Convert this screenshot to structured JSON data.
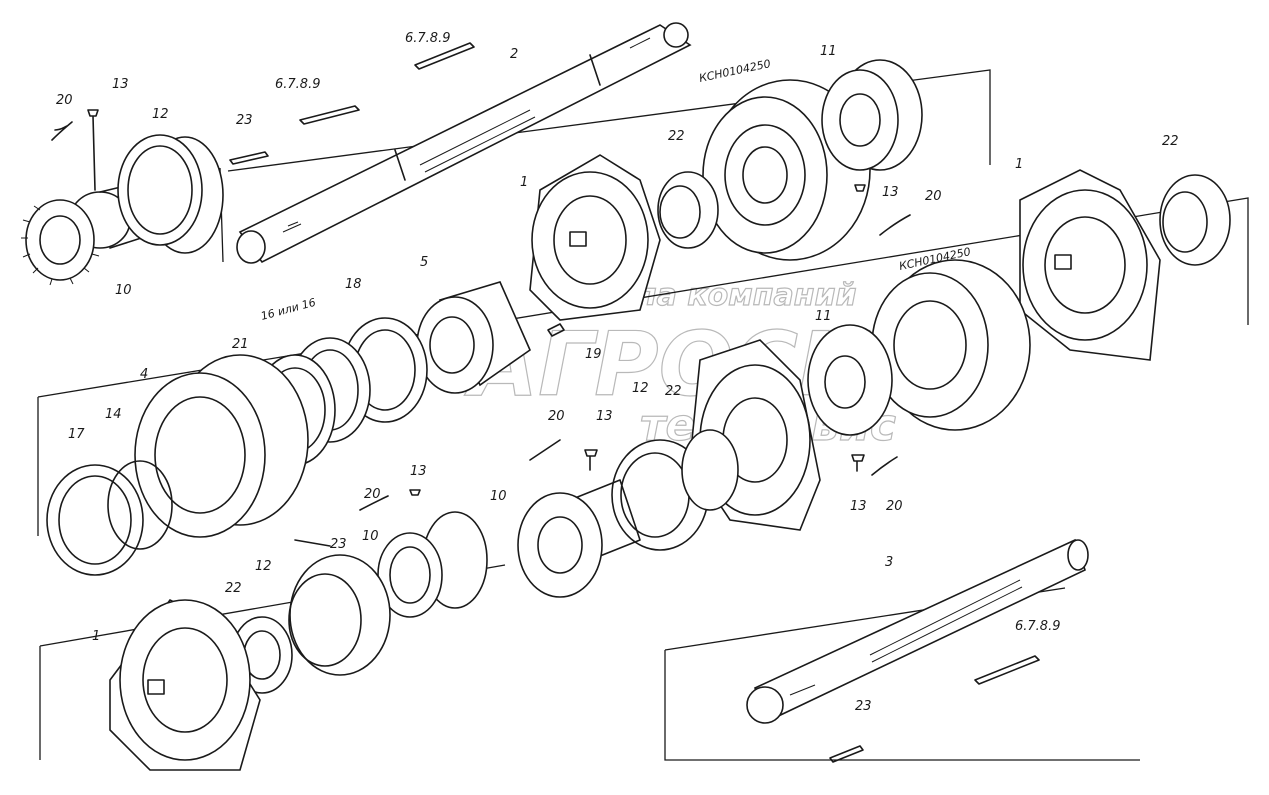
{
  "watermark": {
    "line1": "Группа компаний",
    "line2": "АГРОСНАБ",
    "line3": "техсервис"
  },
  "labels": {
    "n1": "1",
    "n2": "2",
    "n3": "3",
    "n4": "4",
    "n5": "5",
    "n10": "10",
    "n11": "11",
    "n12": "12",
    "n13": "13",
    "n14": "14",
    "n16": "16 или 16",
    "n17": "17",
    "n18": "18",
    "n19": "19",
    "n20": "20",
    "n21": "21",
    "n22": "22",
    "n23": "23",
    "key": "6.7.8.9",
    "bearing": "КСН0104250"
  }
}
